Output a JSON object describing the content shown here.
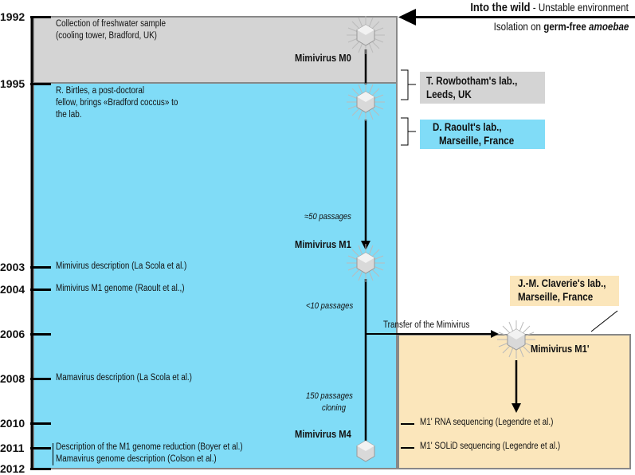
{
  "header": {
    "line1_bold": "Into the wild",
    "line1_rest": " - Unstable environment",
    "line2_pre": "Isolation on ",
    "line2_bold": "germ-free ",
    "line2_italic": "amoebae"
  },
  "years": [
    "1992",
    "1995",
    "2003",
    "2004",
    "2006",
    "2008",
    "2010",
    "2011",
    "2012"
  ],
  "events": {
    "e1992a": "Collection of freshwater sample",
    "e1992b": "(cooling tower, Bradford, UK)",
    "e1995a": "R. Birtles, a post-doctoral",
    "e1995b": "fellow, brings «Bradford coccus»  to",
    "e1995c": "the lab.",
    "e2003": "Mimivirus description (La Scola et al.)",
    "e2004": "Mimivirus M1 genome (Raoult et al.,)",
    "e2008": "Mamavirus description (La Scola et al.)",
    "e2011a": "Description of the M1 genome reduction (Boyer et al.)",
    "e2011b": "Mamavirus genome description (Colson et al.)"
  },
  "labs": {
    "rowbotham_1": "T. Rowbotham's lab.,",
    "rowbotham_2": "Leeds, UK",
    "raoult_1": "D. Raoult's lab.,",
    "raoult_2": "Marseille, France",
    "claverie_1": "J.-M. Claverie's lab.,",
    "claverie_2": "Marseille, France"
  },
  "viruses": {
    "m0": "Mimivirus M0",
    "m1": "Mimivirus M1",
    "m1p": "Mimivirus M1'",
    "m4": "Mimivirus M4"
  },
  "passages": {
    "p50": "≈50 passages",
    "p10": "<10 passages",
    "p150a": "150 passages",
    "p150b": "cloning"
  },
  "transfer": "Transfer of the Mimivirus",
  "m1p_events": {
    "rna": "M1' RNA sequencing (Legendre et al.)",
    "solid": "M1' SOLiD sequencing (Legendre et al.)"
  },
  "colors": {
    "grey_box": "#d4d4d4",
    "blue_box": "#80dcf7",
    "yellow_box": "#fbe6bb",
    "line": "#000000"
  }
}
